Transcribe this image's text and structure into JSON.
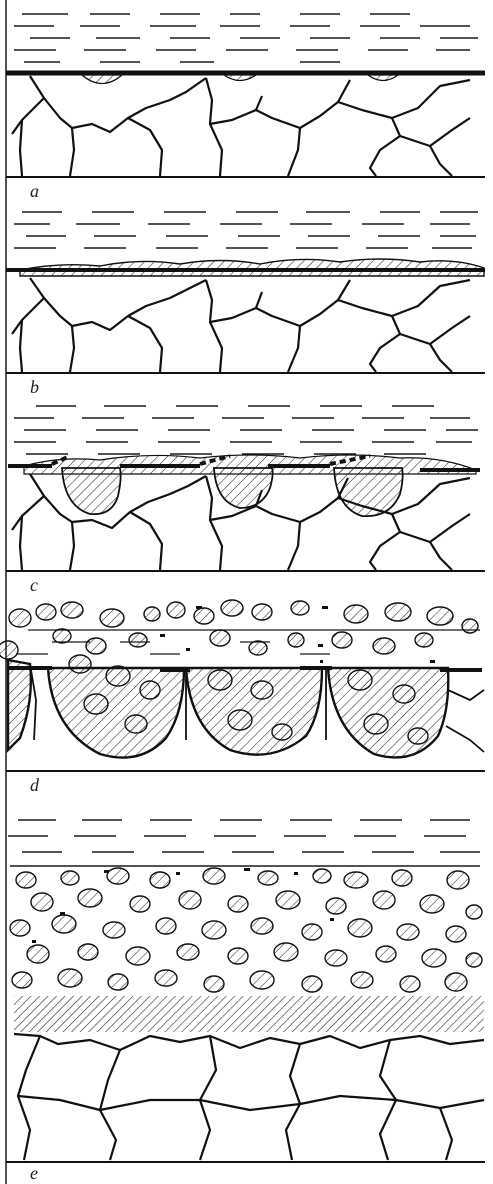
{
  "figure": {
    "panels": [
      {
        "label": "a"
      },
      {
        "label": "b"
      },
      {
        "label": "c"
      },
      {
        "label": "d"
      },
      {
        "label": "e"
      }
    ],
    "colors": {
      "ink": "#1a1a1a",
      "hatch": "#2a2a2a",
      "background": "#ffffff"
    }
  }
}
